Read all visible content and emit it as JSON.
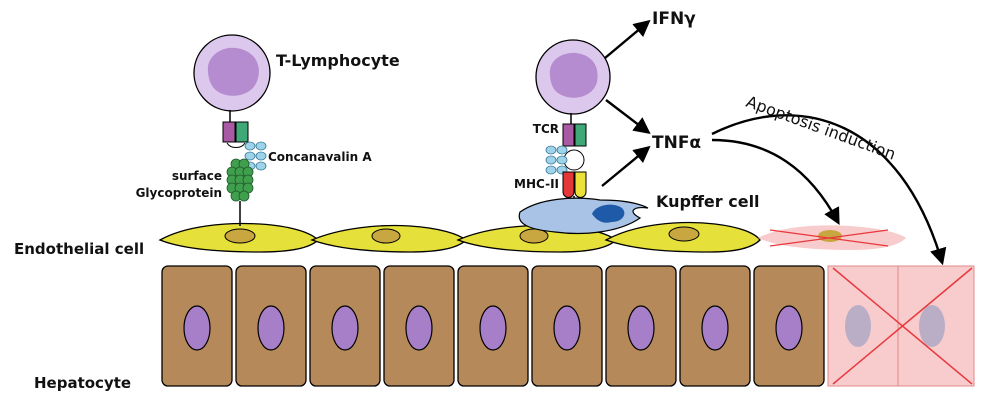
{
  "labels": {
    "t_lymphocyte": "T-Lymphocyte",
    "concanavalin": "Concanavalin A",
    "surface": "surface",
    "glycoprotein": "Glycoprotein",
    "endothelial": "Endothelial cell",
    "hepatocyte": "Hepatocyte",
    "tcr": "TCR",
    "mhc": "MHC-II",
    "kupffer": "Kupffer cell",
    "ifn": "IFNγ",
    "tnf": "TNFα",
    "apoptosis": "Apoptosis induction"
  },
  "colors": {
    "lymphocyte_outer": "#dcc8ec",
    "lymphocyte_inner": "#b48ccf",
    "endothelial_fill": "#e6e03a",
    "endothelial_nucleus": "#c8a640",
    "hepatocyte_fill": "#b5895a",
    "hepatocyte_nucleus": "#a77fc8",
    "dead_fill": "#f8cccc",
    "dead_cross": "#e8383d",
    "kupffer_fill": "#a9c3e6",
    "kupffer_nucleus": "#1f5aa8",
    "glyco_green": "#3f9f4c",
    "tcr_purple": "#a85aa5",
    "tcr_green": "#3fa877",
    "concanavalin_blue": "#9fd3ea",
    "mhc_red": "#e23838",
    "mhc_yellow": "#ece13a"
  },
  "hepatocytes": {
    "count": 9
  }
}
